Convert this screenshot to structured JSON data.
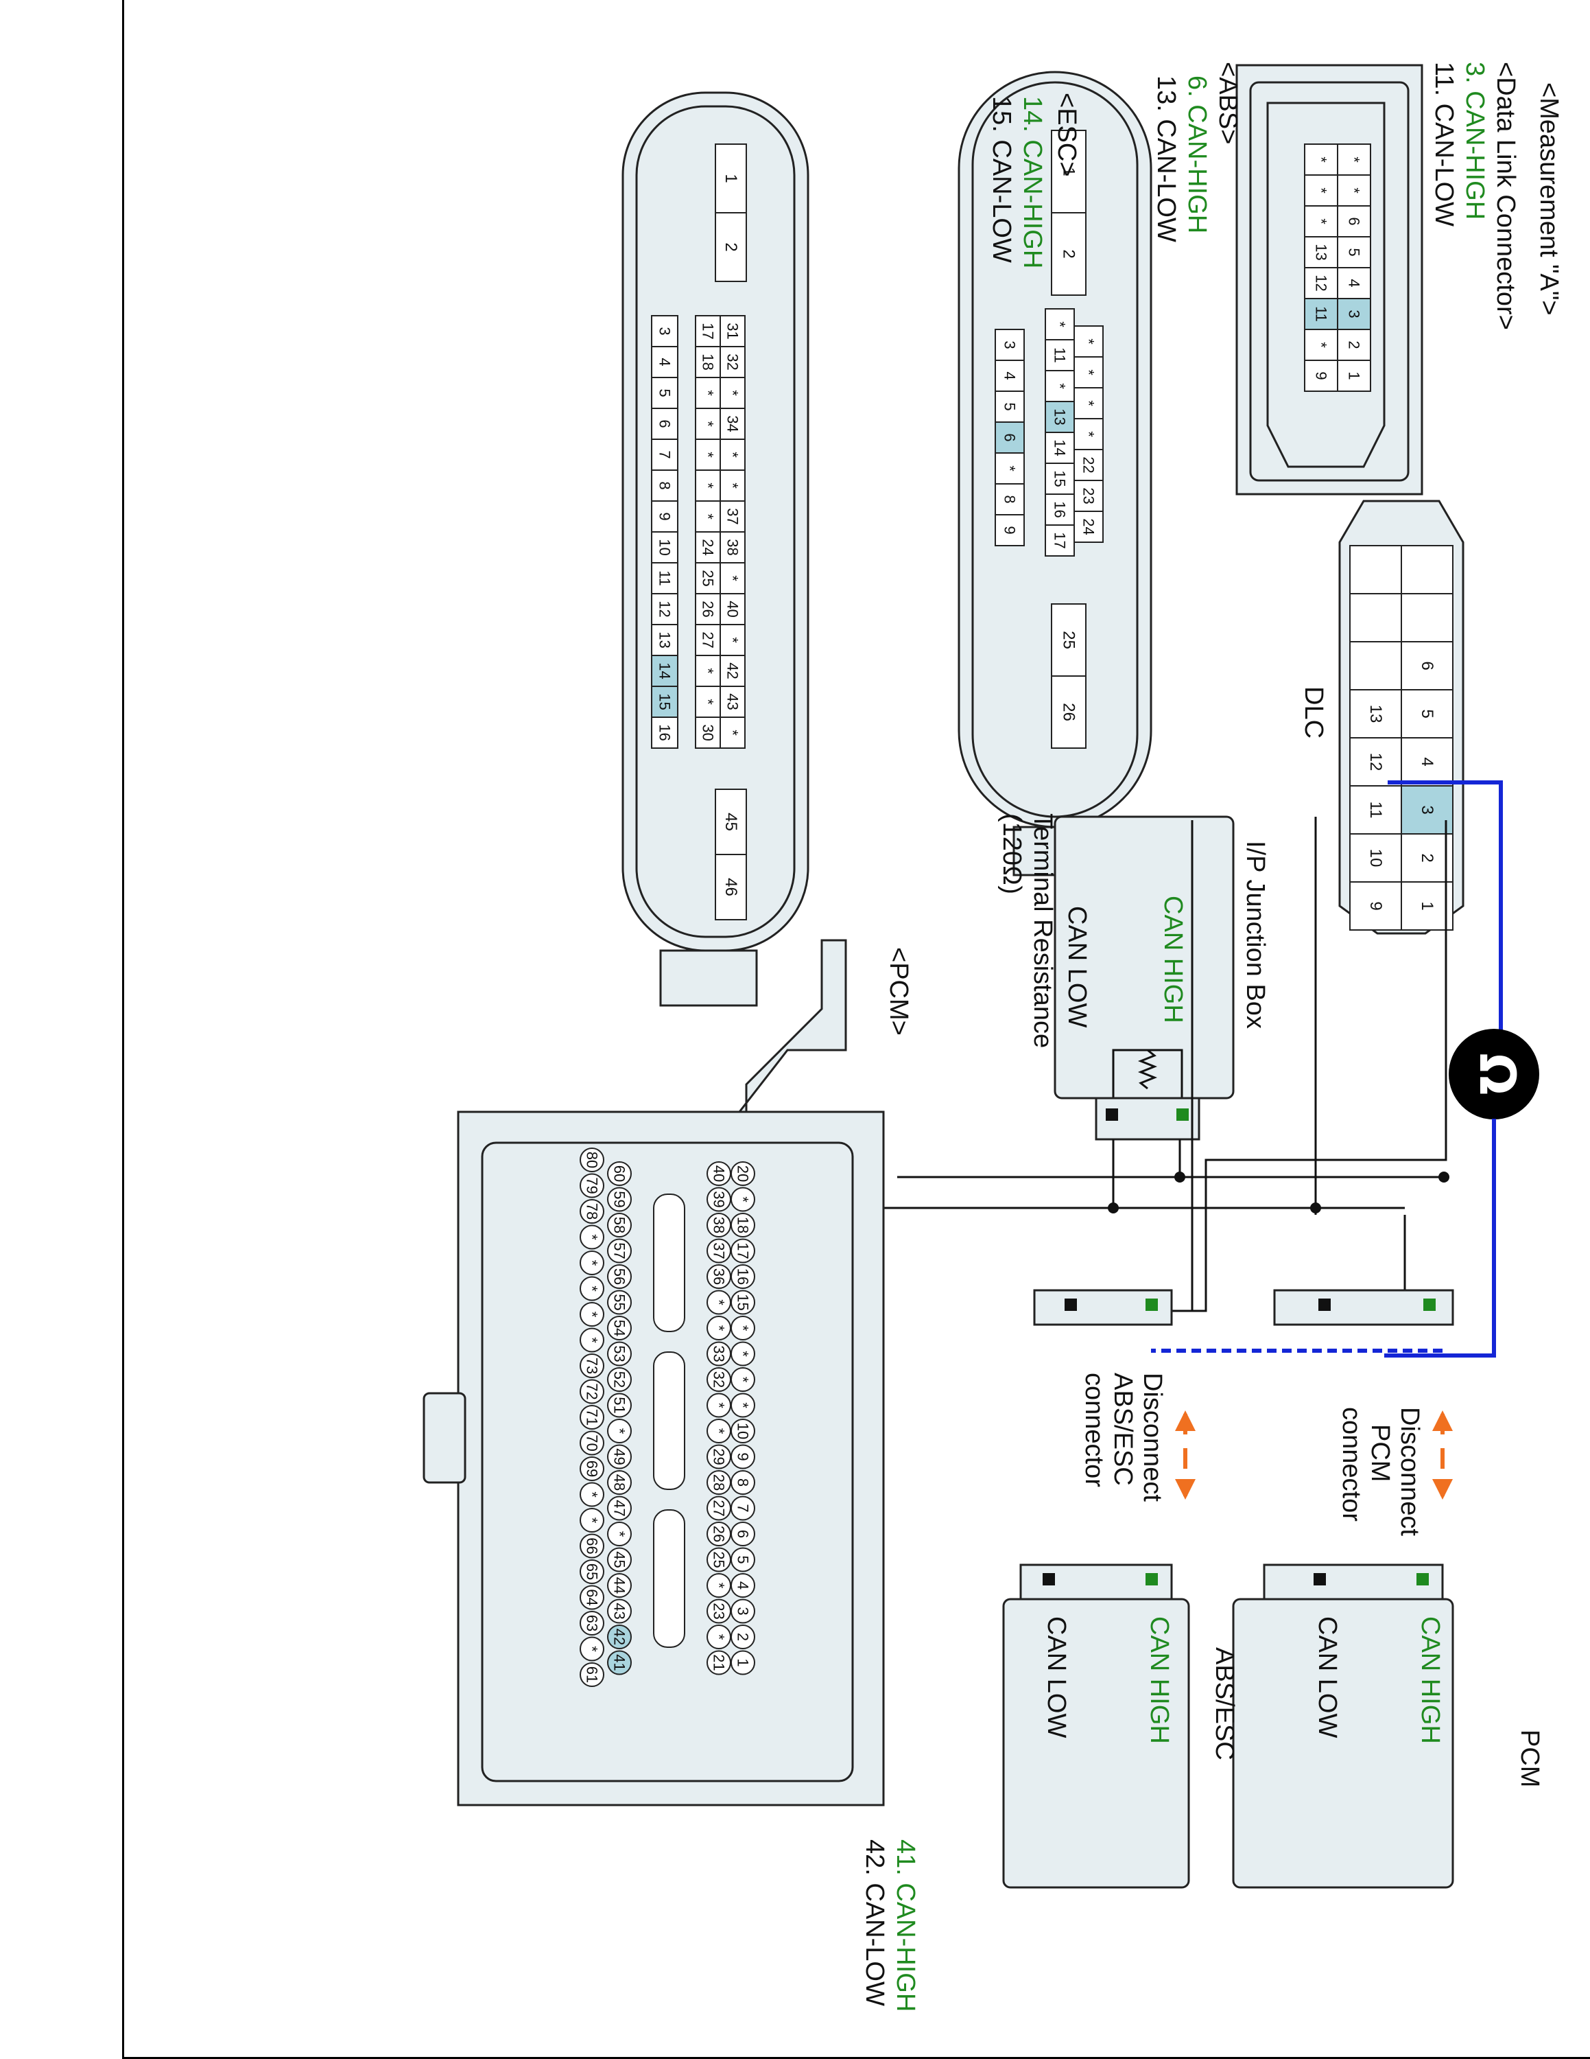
{
  "title": "<Measurement \"A\">",
  "dlc_connector": {
    "label": "<Data Link Connector>",
    "pin_high": "3. CAN-HIGH",
    "pin_low": "11. CAN-LOW",
    "row_top": [
      "*",
      "*",
      "6",
      "5",
      "4",
      "3",
      "2",
      "1"
    ],
    "row_bottom": [
      "*",
      "*",
      "*",
      "13",
      "12",
      "11",
      "*",
      "9"
    ]
  },
  "abs_connector": {
    "label": "<ABS>",
    "pin_high": "6. CAN-HIGH",
    "pin_low": "13. CAN-LOW",
    "pins_top": [
      "1",
      "2"
    ],
    "row_a": [
      "*",
      "*",
      "*",
      "*",
      "22",
      "23",
      "24"
    ],
    "row_b": [
      "*",
      "11",
      "*",
      "13",
      "14",
      "15",
      "16",
      "17"
    ],
    "row_c": [
      "3",
      "4",
      "5",
      "6",
      "*",
      "8",
      "9"
    ],
    "pins_right": [
      "25",
      "26"
    ]
  },
  "esc_connector": {
    "label": "<ESC>",
    "pin_high": "14. CAN-HIGH",
    "pin_low": "15. CAN-LOW",
    "pins_top": [
      "1",
      "2"
    ],
    "row_a": [
      "31",
      "32",
      "*",
      "34",
      "*",
      "*",
      "37",
      "38",
      "*",
      "40",
      "*",
      "42",
      "43",
      "*"
    ],
    "row_b": [
      "17",
      "18",
      "*",
      "*",
      "*",
      "*",
      "*",
      "24",
      "25",
      "26",
      "27",
      "*",
      "*",
      "30"
    ],
    "row_c": [
      "3",
      "4",
      "5",
      "6",
      "7",
      "8",
      "9",
      "10",
      "11",
      "12",
      "13",
      "14",
      "15",
      "16"
    ],
    "pins_right": [
      "45",
      "46"
    ]
  },
  "pcm_connector": {
    "label": "<PCM>",
    "pin_high": "41. CAN-HIGH",
    "pin_low": "42. CAN-LOW",
    "row_1": [
      "20",
      "*",
      "18",
      "17",
      "16",
      "15",
      "*",
      "*",
      "*",
      "*",
      "10",
      "9",
      "8",
      "7",
      "6",
      "5",
      "4",
      "3",
      "2",
      "1"
    ],
    "row_2": [
      "40",
      "39",
      "38",
      "37",
      "36",
      "*",
      "*",
      "33",
      "32",
      "*",
      "*",
      "29",
      "28",
      "27",
      "26",
      "25",
      "*",
      "23",
      "*",
      "21"
    ],
    "row_3": [
      "60",
      "59",
      "58",
      "57",
      "56",
      "55",
      "54",
      "53",
      "52",
      "51",
      "*",
      "49",
      "48",
      "47",
      "*",
      "45",
      "44",
      "43",
      "42",
      "41"
    ],
    "row_4": [
      "80",
      "79",
      "78",
      "*",
      "*",
      "*",
      "*",
      "*",
      "73",
      "72",
      "71",
      "70",
      "69",
      "*",
      "*",
      "66",
      "65",
      "64",
      "63",
      "*",
      "61"
    ]
  },
  "dlc_diagram": {
    "label": "DLC",
    "row_top": [
      "",
      "",
      "6",
      "5",
      "4",
      "3",
      "2",
      "1"
    ],
    "row_bottom": [
      "",
      "",
      "",
      "13",
      "12",
      "11",
      "10",
      "9"
    ]
  },
  "junction_box": {
    "label": "I/P Junction Box",
    "can_high": "CAN HIGH",
    "can_low": "CAN LOW",
    "resistor_label": "Terminal Resistance",
    "resistor_value": "(120Ω)"
  },
  "ohmmeter": {
    "symbol": "Ω"
  },
  "disconnect_pcm": [
    "Disconnect",
    "PCM",
    "connector"
  ],
  "disconnect_abs": [
    "Disconnect",
    "ABS/ESC",
    "connector"
  ],
  "pcm_box": {
    "label": "PCM",
    "can_high": "CAN HIGH",
    "can_low": "CAN LOW"
  },
  "abs_box": {
    "label": "ABS/ESC",
    "can_high": "CAN HIGH",
    "can_low": "CAN LOW"
  },
  "colors": {
    "can_high": "#1f8a1f",
    "highlight": "#a9d4de",
    "probe_wire": "#1426d6",
    "arrow": "#f07020"
  }
}
